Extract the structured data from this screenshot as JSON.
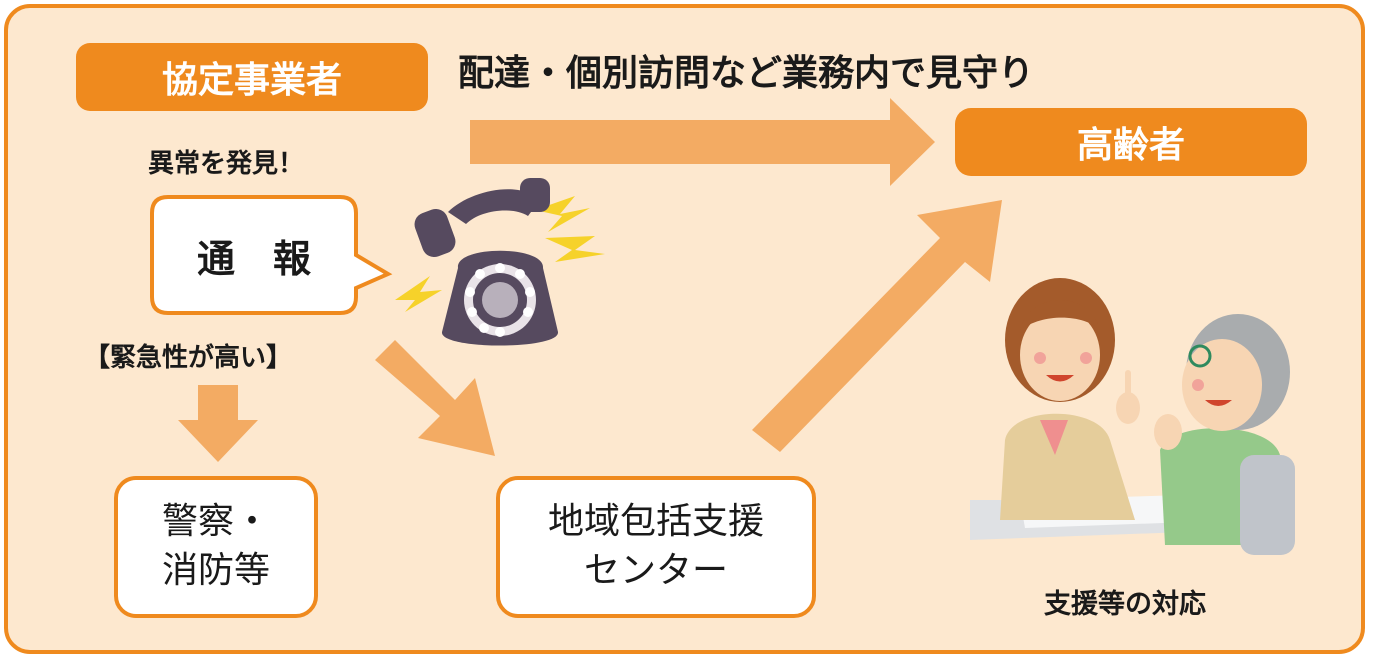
{
  "actor": {
    "label": "協定事業者"
  },
  "top_message": "配達・個別訪問など業務内で見守り",
  "elderly": {
    "label": "高齢者"
  },
  "discover_text": "異常を発見！",
  "report_bubble": "通　報",
  "urgent_text": "【緊急性が高い】",
  "police_box": {
    "line1": "警察・",
    "line2": "消防等"
  },
  "center_box": {
    "line1": "地域包括支援",
    "line2": "センター"
  },
  "support_caption": "支援等の対応",
  "colors": {
    "accent": "#ef8a1e",
    "background": "#fde8cf",
    "arrow": "#f3ab63",
    "phone": "#564a5f",
    "spark": "#f6d22a"
  }
}
